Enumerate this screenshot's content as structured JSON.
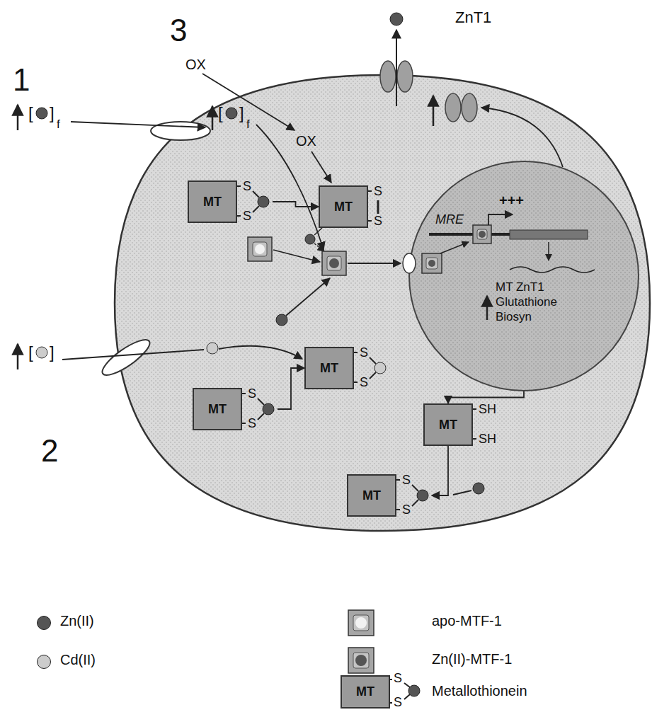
{
  "diagram": {
    "nodes": [
      {
        "text": [
          "MT",
          "S",
          "S"
        ]
      },
      {
        "text": [
          "MT",
          "S",
          "S"
        ]
      },
      {
        "text": [
          "MRE",
          "+++",
          "MT ZnT1 Glutathione Biosyn"
        ]
      },
      {
        "text": [
          "MT",
          "S",
          "S"
        ]
      },
      {
        "text": [
          "MT",
          "S",
          "S"
        ]
      },
      {
        "text": [
          "MT",
          "SH",
          "SH"
        ]
      },
      {
        "text": [
          "MT",
          "S",
          "S"
        ]
      }
    ],
    "edges": [
      {
        "from": 0,
        "to": 1,
        "arrow": "to"
      },
      {
        "from": 4,
        "to": 3,
        "arrow": "to"
      },
      {
        "from": 2,
        "to": 5,
        "arrow": "to"
      },
      {
        "from": 5,
        "to": 6,
        "arrow": "to"
      }
    ],
    "labels": [
      "ZnT1",
      "3",
      "OX",
      "OX",
      "1",
      "[",
      "]",
      "f",
      "[",
      "]",
      "f",
      "[",
      "]",
      "2",
      "MT",
      "S",
      "S"
    ],
    "legend": [
      {
        "text": "Zn(II)",
        "color": "#555555"
      },
      {
        "text": "Cd(II)",
        "color": "#cccccc"
      },
      {
        "text": "apo-MTF-1"
      },
      {
        "text": "Zn(II)-MTF-1"
      },
      {
        "text": "Metallothionein"
      }
    ]
  }
}
